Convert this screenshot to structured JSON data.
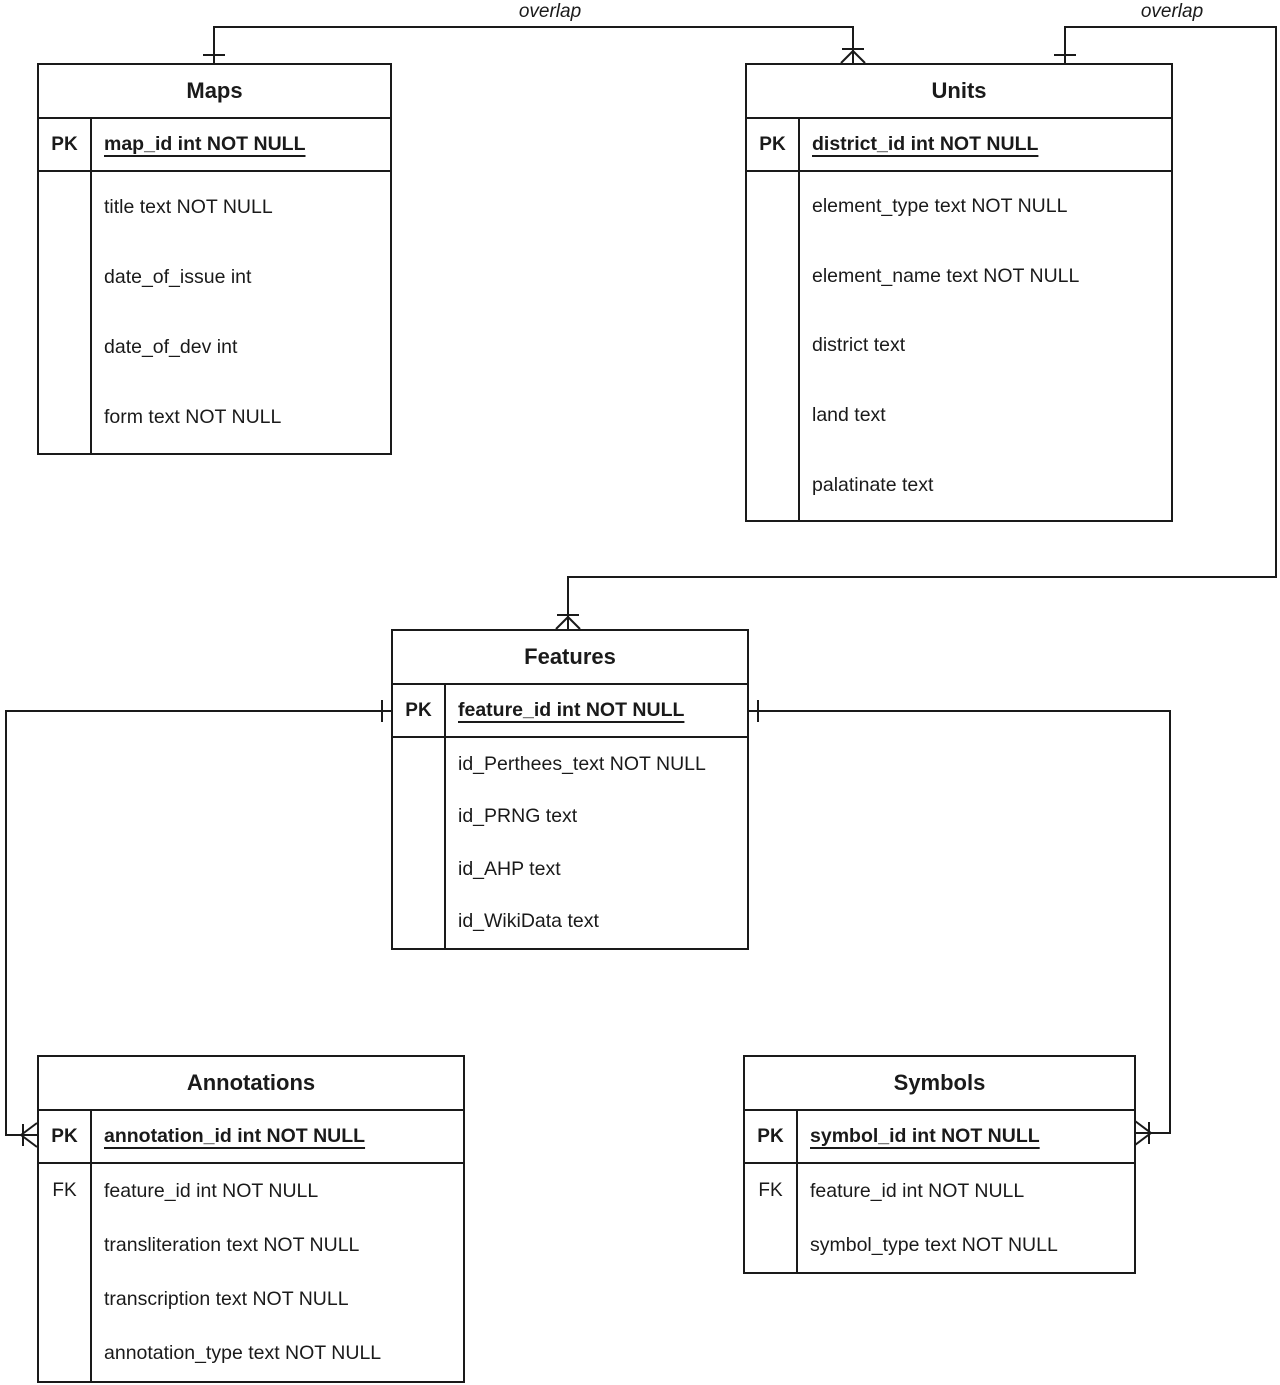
{
  "colors": {
    "line": "#1a1a1a",
    "text": "#1a1a1a",
    "background": "#ffffff"
  },
  "relationships": [
    {
      "label": "overlap",
      "from": "Maps",
      "from_cardinality": "one",
      "to": "Units",
      "to_cardinality": "many"
    },
    {
      "label": "overlap",
      "from": "Units",
      "from_cardinality": "one",
      "to": "Features",
      "to_cardinality": "many"
    },
    {
      "label": "",
      "from": "Features",
      "from_cardinality": "one",
      "to": "Annotations",
      "to_cardinality": "many"
    },
    {
      "label": "",
      "from": "Features",
      "from_cardinality": "one",
      "to": "Symbols",
      "to_cardinality": "many"
    }
  ],
  "entities": [
    {
      "name": "Maps",
      "pk_label": "PK",
      "fk_label": "",
      "primary_key": "map_id int NOT NULL",
      "attributes": [
        "title text NOT NULL",
        "date_of_issue int",
        "date_of_dev int",
        "form text NOT NULL"
      ]
    },
    {
      "name": "Units",
      "pk_label": "PK",
      "fk_label": "",
      "primary_key": "district_id int NOT NULL",
      "attributes": [
        "element_type text NOT NULL",
        "element_name text NOT NULL",
        "district text",
        "land text",
        "palatinate text"
      ]
    },
    {
      "name": "Features",
      "pk_label": "PK",
      "fk_label": "",
      "primary_key": "feature_id int NOT NULL",
      "attributes": [
        "id_Perthees_text NOT NULL",
        "id_PRNG text",
        "id_AHP text",
        "id_WikiData text"
      ]
    },
    {
      "name": "Annotations",
      "pk_label": "PK",
      "fk_label": "FK",
      "primary_key": "annotation_id int NOT NULL",
      "attributes": [
        "feature_id int NOT NULL",
        "transliteration text NOT NULL",
        "transcription text NOT NULL",
        "annotation_type text NOT NULL"
      ]
    },
    {
      "name": "Symbols",
      "pk_label": "PK",
      "fk_label": "FK",
      "primary_key": "symbol_id int NOT NULL",
      "attributes": [
        "feature_id int NOT NULL",
        "symbol_type text NOT NULL"
      ]
    }
  ]
}
